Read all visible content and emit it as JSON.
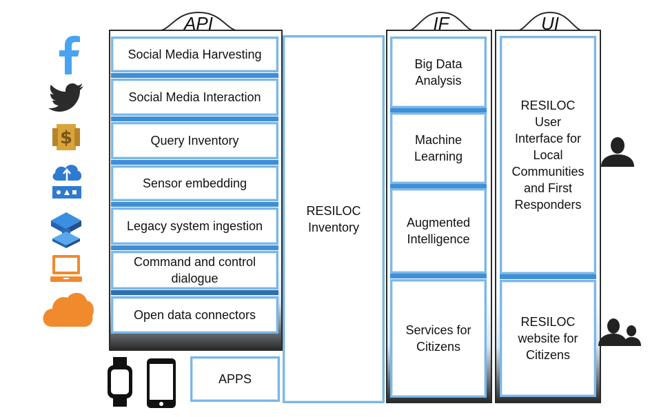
{
  "columns": {
    "api": "API",
    "if": "IF",
    "ui": "UI"
  },
  "api_items": [
    "Social Media Harvesting",
    "Social Media Interaction",
    "Query Inventory",
    "Sensor embedding",
    "Legacy system ingestion",
    "Command and control\ndialogue",
    "Open data connectors"
  ],
  "inventory": "RESILOC\nInventory",
  "apps": "APPS",
  "if_items": [
    "Big Data\nAnalysis",
    "Machine\nLearning",
    "Augmented\nIntelligence",
    "Services for\nCitizens"
  ],
  "ui_items": [
    "RESILOC\nUser\nInterface for\nLocal\nCommunities\nand First\nResponders",
    "RESILOC\nwebsite for\nCitizens"
  ],
  "left_icons": [
    "facebook-icon",
    "twitter-icon",
    "aws-api-gateway-icon",
    "cloud-upload-router-icon",
    "aws-stack-icon",
    "laptop-icon",
    "cloud-icon"
  ],
  "device_icons": [
    "smartwatch-icon",
    "smartphone-icon"
  ],
  "user_icons": [
    "single-user-icon",
    "user-group-icon"
  ],
  "colors": {
    "box_border": "#7ab7e8",
    "stripe": "#3f8fd8",
    "frame": "#2a2a2a",
    "facebook": "#4aa3f0",
    "orange": "#f08a2c",
    "aws_gold": "#d9a43a",
    "aws_blue": "#2e6db4"
  }
}
